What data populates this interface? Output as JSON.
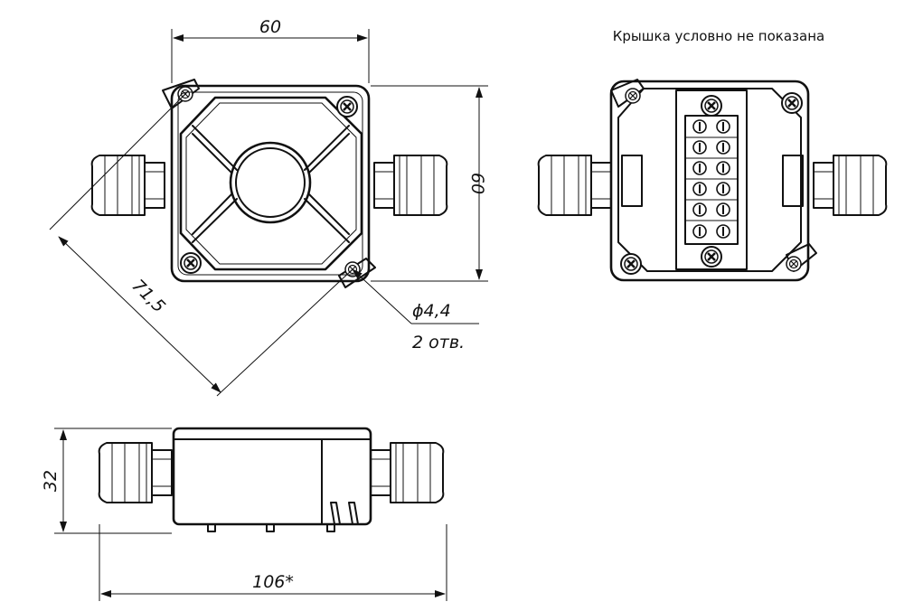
{
  "note": "Крышка условно не показана",
  "dimensions": {
    "top_width": "60",
    "side_height": "60",
    "diagonal": "71,5",
    "hole_diameter": "ϕ4,4",
    "hole_count": "2 отв.",
    "body_height": "32",
    "overall_length": "106*"
  }
}
